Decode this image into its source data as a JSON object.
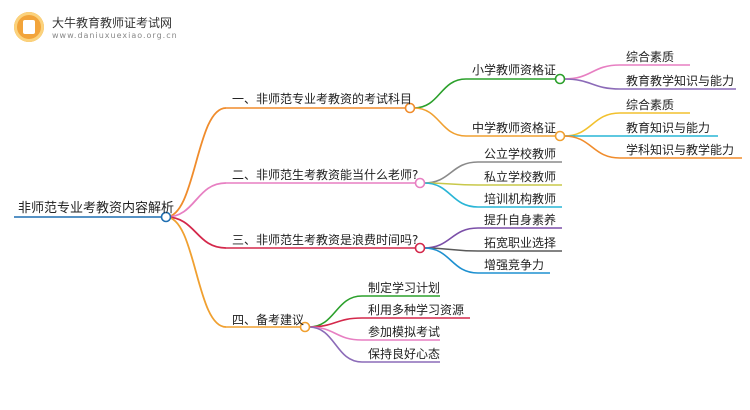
{
  "logo": {
    "title": "大牛教育教师证考试网",
    "url": "www.daniuxuexiao.org.cn"
  },
  "root": {
    "label": "非师范专业考教资内容解析"
  },
  "branches": [
    {
      "label": "一、非师范专业考教资的考试科目",
      "color": "#f08c2c",
      "children": [
        {
          "label": "小学教师资格证",
          "color": "#2ba02b",
          "children": [
            {
              "label": "综合素质",
              "color": "#e77fc2"
            },
            {
              "label": "教育教学知识与能力",
              "color": "#8c6bb8"
            }
          ]
        },
        {
          "label": "中学教师资格证",
          "color": "#f0a030",
          "children": [
            {
              "label": "综合素质",
              "color": "#f2c12e"
            },
            {
              "label": "教育知识与能力",
              "color": "#29b5d6"
            },
            {
              "label": "学科知识与教学能力",
              "color": "#f08c2c"
            }
          ]
        }
      ]
    },
    {
      "label": "二、非师范生考教资能当什么老师?",
      "color": "#e77fc2",
      "children": [
        {
          "label": "公立学校教师",
          "color": "#8a8a8a"
        },
        {
          "label": "私立学校教师",
          "color": "#c8c84a"
        },
        {
          "label": "培训机构教师",
          "color": "#29b5d6"
        }
      ]
    },
    {
      "label": "三、非师范生考教资是浪费时间吗?",
      "color": "#d4284b",
      "children": [
        {
          "label": "提升自身素养",
          "color": "#7b4fa8"
        },
        {
          "label": "拓宽职业选择",
          "color": "#5a5a5a"
        },
        {
          "label": "增强竞争力",
          "color": "#1e90d0"
        }
      ]
    },
    {
      "label": "四、备考建议",
      "color": "#f0a030",
      "children": [
        {
          "label": "制定学习计划",
          "color": "#2ba02b"
        },
        {
          "label": "利用多种学习资源",
          "color": "#d4284b"
        },
        {
          "label": "参加模拟考试",
          "color": "#e77fc2"
        },
        {
          "label": "保持良好心态",
          "color": "#8c6bb8"
        }
      ]
    }
  ]
}
